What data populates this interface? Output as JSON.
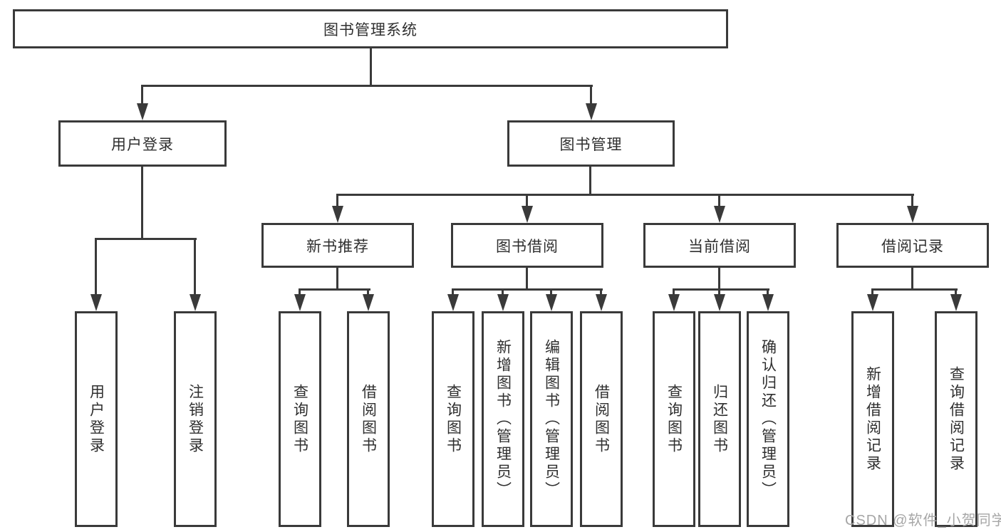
{
  "tree": {
    "root": {
      "label": "图书管理系统",
      "children": [
        {
          "label": "用户登录",
          "children": [
            {
              "label": "用户登录"
            },
            {
              "label": "注销登录"
            }
          ]
        },
        {
          "label": "图书管理",
          "children": [
            {
              "label": "新书推荐",
              "children": [
                {
                  "label": "查询图书"
                },
                {
                  "label": "借阅图书"
                }
              ]
            },
            {
              "label": "图书借阅",
              "children": [
                {
                  "label": "查询图书"
                },
                {
                  "label": "新增图书（管理员）"
                },
                {
                  "label": "编辑图书（管理员）"
                },
                {
                  "label": "借阅图书"
                }
              ]
            },
            {
              "label": "当前借阅",
              "children": [
                {
                  "label": "查询图书"
                },
                {
                  "label": "归还图书"
                },
                {
                  "label": "确认归还（管理员）"
                }
              ]
            },
            {
              "label": "借阅记录",
              "children": [
                {
                  "label": "新增借阅记录"
                },
                {
                  "label": "查询借阅记录"
                }
              ]
            }
          ]
        }
      ]
    }
  },
  "watermark": {
    "text": "CSDN @软件_小贺同学"
  },
  "colors": {
    "line": "#3a3a3a",
    "text": "#2f2f2f",
    "box_background": "#ffffff",
    "watermark": "#a6a6a6"
  }
}
